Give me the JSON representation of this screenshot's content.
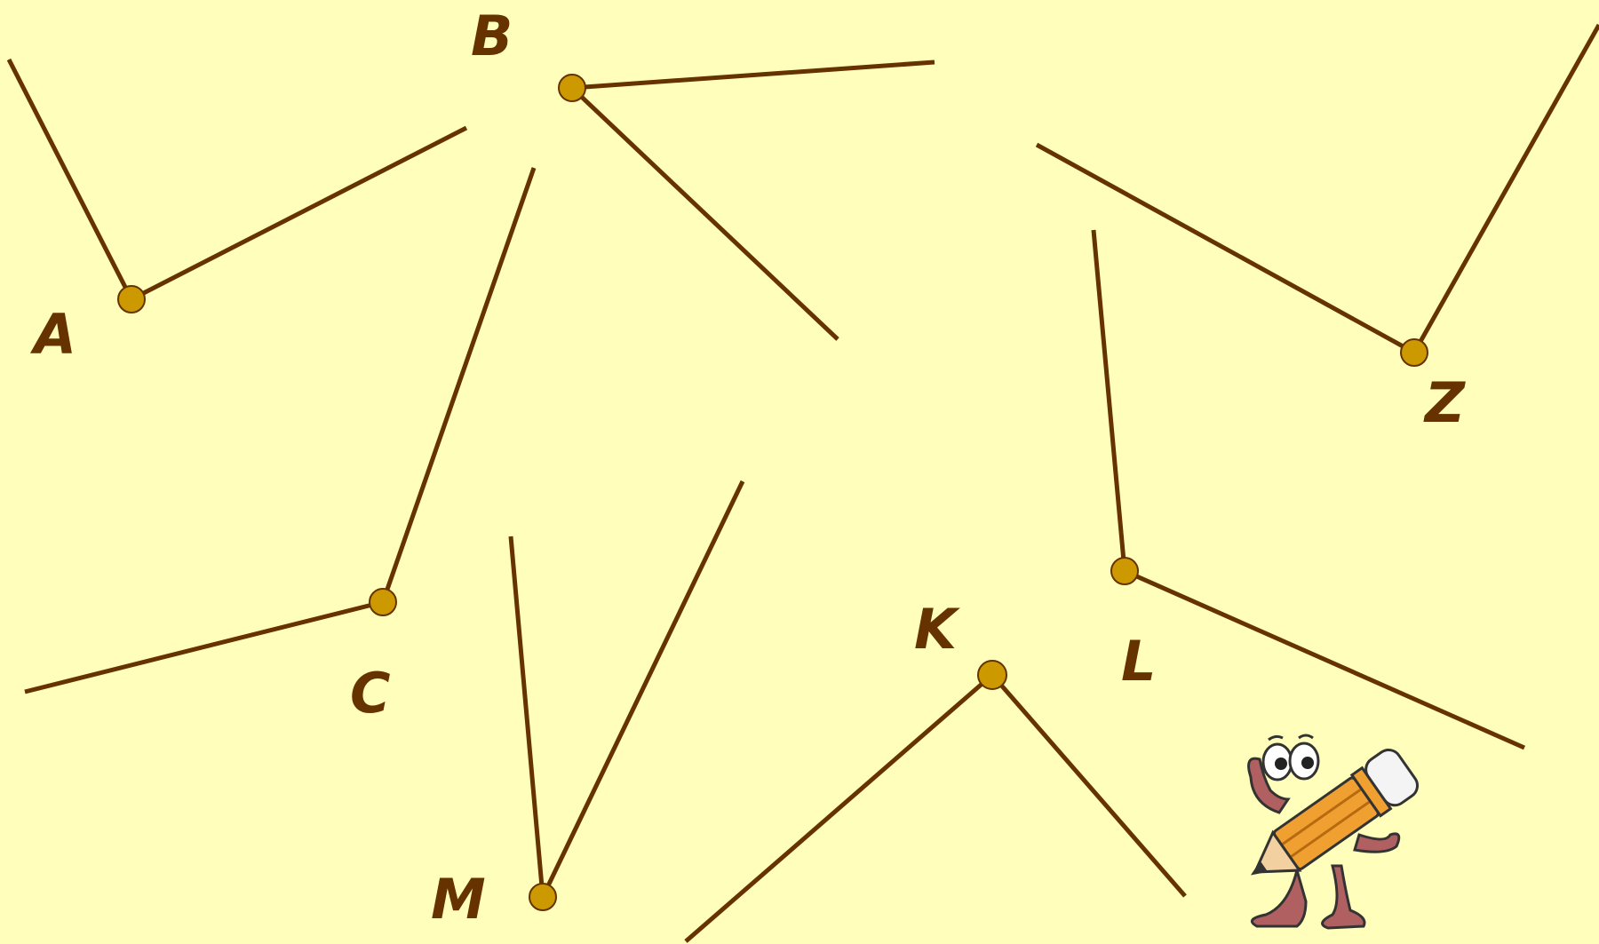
{
  "colors": {
    "background": "#ffffbb",
    "ray": "#663300",
    "vertex_fill": "#cc9900",
    "label": "#663300"
  },
  "angles": [
    {
      "name": "A",
      "label": "A"
    },
    {
      "name": "B",
      "label": "B"
    },
    {
      "name": "C",
      "label": "C"
    },
    {
      "name": "M",
      "label": "M"
    },
    {
      "name": "K",
      "label": "K"
    },
    {
      "name": "L",
      "label": "L"
    },
    {
      "name": "Z",
      "label": "Z"
    }
  ],
  "decoration": {
    "icon": "pencil-mascot-icon"
  }
}
